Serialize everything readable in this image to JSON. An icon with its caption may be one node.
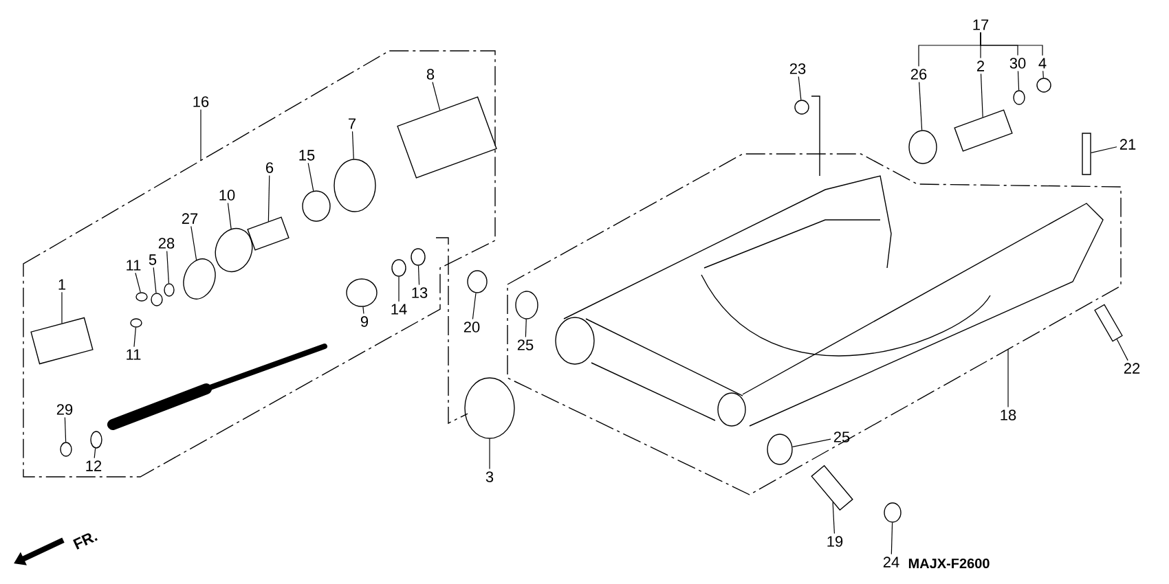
{
  "diagram": {
    "nodes": [
      {
        "text": [],
        "shape": "box"
      },
      {
        "text": [
          "1"
        ],
        "in": 0
      },
      {
        "text": [],
        "shape": "box",
        "in": 0
      },
      {
        "text": [
          "11"
        ],
        "in": 0
      },
      {
        "text": [],
        "shape": "circle",
        "in": 0
      },
      {
        "text": [
          "11"
        ],
        "in": 0
      },
      {
        "text": [],
        "shape": "circle",
        "in": 0
      },
      {
        "text": [
          "5"
        ],
        "in": 0
      },
      {
        "text": [],
        "shape": "circle",
        "in": 0
      },
      {
        "text": [
          "28"
        ],
        "in": 0
      },
      {
        "text": [],
        "shape": "circle",
        "in": 0
      },
      {
        "text": [
          "27"
        ],
        "in": 0
      },
      {
        "text": [],
        "shape": "circle",
        "in": 0
      },
      {
        "text": [
          "10"
        ],
        "in": 0
      },
      {
        "text": [],
        "shape": "circle",
        "in": 0
      },
      {
        "text": [
          "6"
        ],
        "in": 0
      },
      {
        "text": [],
        "shape": "box",
        "in": 0
      },
      {
        "text": [
          "15"
        ],
        "in": 0
      },
      {
        "text": [],
        "shape": "circle",
        "in": 0
      },
      {
        "text": [
          "7"
        ],
        "in": 0
      },
      {
        "text": [],
        "shape": "circle",
        "in": 0
      },
      {
        "text": [
          "8"
        ],
        "in": 0
      },
      {
        "text": [],
        "shape": "box",
        "in": 0
      },
      {
        "text": [
          "9"
        ],
        "in": 0
      },
      {
        "text": [],
        "shape": "circle",
        "in": 0
      },
      {
        "text": [
          "14"
        ],
        "in": 0
      },
      {
        "text": [],
        "shape": "circle",
        "in": 0
      },
      {
        "text": [
          "13"
        ],
        "in": 0
      },
      {
        "text": [],
        "shape": "circle",
        "in": 0
      },
      {
        "text": [
          "29"
        ],
        "in": 0
      },
      {
        "text": [],
        "shape": "circle",
        "in": 0
      },
      {
        "text": [
          "12"
        ],
        "in": 0
      },
      {
        "text": [],
        "shape": "circle",
        "in": 0
      },
      {
        "text": [
          "16"
        ]
      },
      {
        "text": [
          "20"
        ]
      },
      {
        "text": [],
        "shape": "circle"
      },
      {
        "text": [
          "3"
        ]
      },
      {
        "text": [],
        "shape": "circle"
      },
      {
        "text": [],
        "shape": "box"
      },
      {
        "text": [
          "25"
        ],
        "in": 38
      },
      {
        "text": [],
        "shape": "circle",
        "in": 38
      },
      {
        "text": [
          "23"
        ]
      },
      {
        "text": [],
        "shape": "circle"
      },
      {
        "text": [
          "17"
        ]
      },
      {
        "text": [
          "26"
        ]
      },
      {
        "text": [],
        "shape": "circle"
      },
      {
        "text": [
          "2"
        ]
      },
      {
        "text": [],
        "shape": "box"
      },
      {
        "text": [
          "30"
        ]
      },
      {
        "text": [],
        "shape": "circle"
      },
      {
        "text": [
          "4"
        ]
      },
      {
        "text": [],
        "shape": "circle"
      },
      {
        "text": [
          "21"
        ]
      },
      {
        "text": [],
        "shape": "box"
      },
      {
        "text": [
          "22"
        ]
      },
      {
        "text": [],
        "shape": "box"
      },
      {
        "text": [
          "18"
        ]
      },
      {
        "text": [
          "25"
        ],
        "in": 38
      },
      {
        "text": [],
        "shape": "circle",
        "in": 38
      },
      {
        "text": [
          "19"
        ]
      },
      {
        "text": [],
        "shape": "box"
      },
      {
        "text": [
          "24"
        ]
      },
      {
        "text": [],
        "shape": "circle"
      }
    ],
    "edges": [
      {
        "from": 1,
        "to": 2,
        "arrow": "none"
      },
      {
        "from": 3,
        "to": 4,
        "arrow": "none"
      },
      {
        "from": 5,
        "to": 6,
        "arrow": "none"
      },
      {
        "from": 7,
        "to": 8,
        "arrow": "none"
      },
      {
        "from": 9,
        "to": 10,
        "arrow": "none"
      },
      {
        "from": 11,
        "to": 12,
        "arrow": "none"
      },
      {
        "from": 13,
        "to": 14,
        "arrow": "none"
      },
      {
        "from": 15,
        "to": 16,
        "arrow": "none"
      },
      {
        "from": 17,
        "to": 18,
        "arrow": "none"
      },
      {
        "from": 19,
        "to": 20,
        "arrow": "none"
      },
      {
        "from": 21,
        "to": 22,
        "arrow": "none"
      },
      {
        "from": 23,
        "to": 24,
        "arrow": "none"
      },
      {
        "from": 25,
        "to": 26,
        "arrow": "none"
      },
      {
        "from": 27,
        "to": 28,
        "arrow": "none"
      },
      {
        "from": 29,
        "to": 30,
        "arrow": "none"
      },
      {
        "from": 31,
        "to": 32,
        "arrow": "none"
      },
      {
        "from": 33,
        "to": 0,
        "arrow": "none"
      },
      {
        "from": 34,
        "to": 35,
        "arrow": "none"
      },
      {
        "from": 36,
        "to": 37,
        "arrow": "none"
      },
      {
        "from": 39,
        "to": 40,
        "arrow": "none"
      },
      {
        "from": 41,
        "to": 42,
        "arrow": "none"
      },
      {
        "from": 43,
        "to": 44,
        "arrow": "none"
      },
      {
        "from": 43,
        "to": 46,
        "arrow": "none"
      },
      {
        "from": 43,
        "to": 48,
        "arrow": "none"
      },
      {
        "from": 43,
        "to": 50,
        "arrow": "none"
      },
      {
        "from": 44,
        "to": 45,
        "arrow": "none"
      },
      {
        "from": 46,
        "to": 47,
        "arrow": "none"
      },
      {
        "from": 48,
        "to": 49,
        "arrow": "none"
      },
      {
        "from": 50,
        "to": 51,
        "arrow": "none"
      },
      {
        "from": 52,
        "to": 53,
        "arrow": "none"
      },
      {
        "from": 54,
        "to": 55,
        "arrow": "none"
      },
      {
        "from": 56,
        "to": 38,
        "arrow": "none"
      },
      {
        "from": 57,
        "to": 58,
        "arrow": "none"
      },
      {
        "from": 59,
        "to": 60,
        "arrow": "none"
      },
      {
        "from": 61,
        "to": 62,
        "arrow": "none"
      }
    ],
    "labels": [
      "FR.",
      "MAJX-F2600"
    ]
  }
}
